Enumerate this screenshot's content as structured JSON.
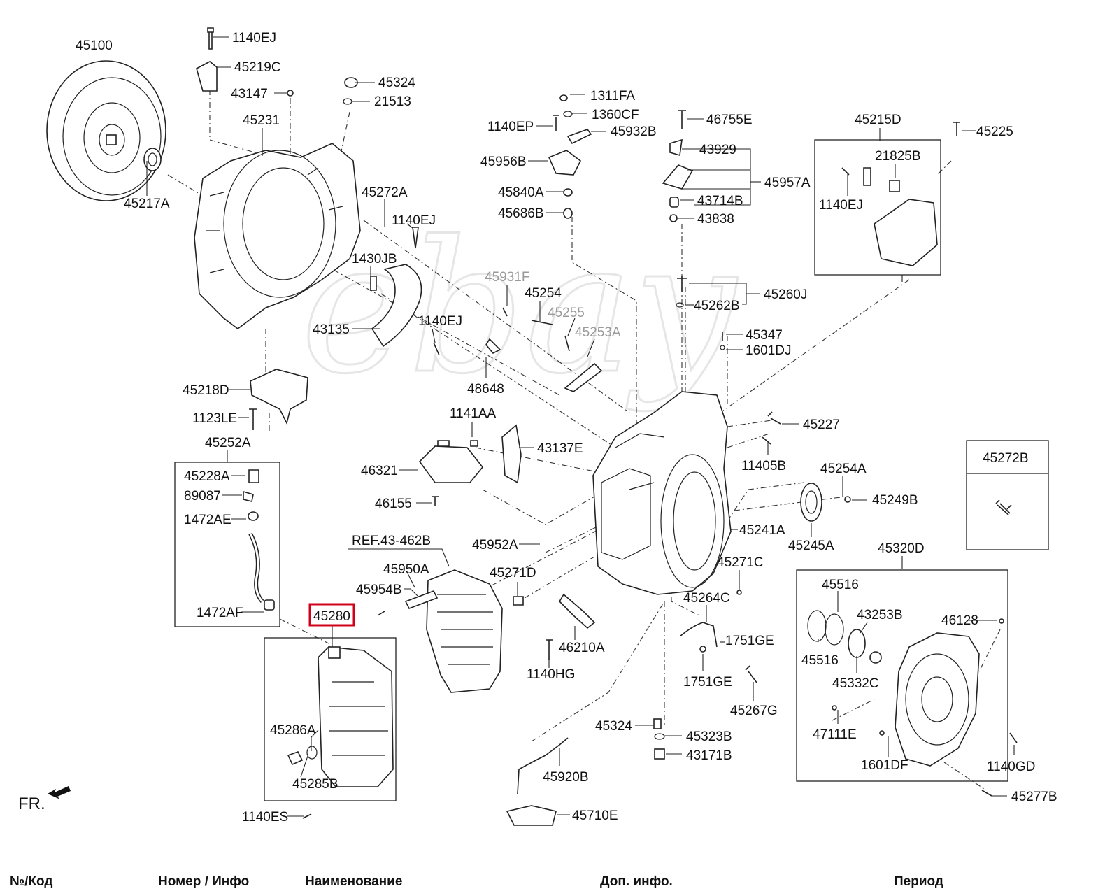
{
  "watermark": "ebay",
  "orientation_label": "FR.",
  "highlighted_part": "45280",
  "box_titles": {
    "detail_45272b": "45272B"
  },
  "labels": {
    "l45100": "45100",
    "l1140ej_a": "1140EJ",
    "l45219c": "45219C",
    "l43147": "43147",
    "l45324_a": "45324",
    "l21513": "21513",
    "l45231": "45231",
    "l45217a": "45217A",
    "l45272a": "45272A",
    "l1140ej_b": "1140EJ",
    "l1430jb": "1430JB",
    "l43135": "43135",
    "l1140ej_c": "1140EJ",
    "l45218d": "45218D",
    "l1123le": "1123LE",
    "l45252a": "45252A",
    "l45228a": "45228A",
    "l89087": "89087",
    "l1472ae": "1472AE",
    "l1472af": "1472AF",
    "l45280": "45280",
    "l45286a": "45286A",
    "l45285b": "45285B",
    "l1140es": "1140ES",
    "l1311fa": "1311FA",
    "l1360cf": "1360CF",
    "l1140ep": "1140EP",
    "l45932b": "45932B",
    "l45956b": "45956B",
    "l45840a": "45840A",
    "l45686b": "45686B",
    "l45931f": "45931F",
    "l45254": "45254",
    "l45255": "45255",
    "l45253a": "45253A",
    "l48648": "48648",
    "l1141aa": "1141AA",
    "l43137e": "43137E",
    "l46321": "46321",
    "l46155": "46155",
    "l45952a": "45952A",
    "lref": "REF.43-462B",
    "l45950a": "45950A",
    "l45954b": "45954B",
    "l45271d": "45271D",
    "l46210a": "46210A",
    "l1140hg": "1140HG",
    "l46755e": "46755E",
    "l43929": "43929",
    "l45957a": "45957A",
    "l43714b": "43714B",
    "l43838": "43838",
    "l45260j": "45260J",
    "l45262b": "45262B",
    "l45347": "45347",
    "l1601dj": "1601DJ",
    "l45227": "45227",
    "l11405b": "11405B",
    "l45254a": "45254A",
    "l45249b": "45249B",
    "l45241a": "45241A",
    "l45245a": "45245A",
    "l45271c": "45271C",
    "l45264c": "45264C",
    "l1751ge_a": "1751GE",
    "l1751ge_b": "1751GE",
    "l45267g": "45267G",
    "l45324_b": "45324",
    "l45323b": "45323B",
    "l43171b": "43171B",
    "l45920b": "45920B",
    "l45710e": "45710E",
    "l45215d": "45215D",
    "l45225": "45225",
    "l21825b": "21825B",
    "l1140ej_d": "1140EJ",
    "l45320d": "45320D",
    "l45516_a": "45516",
    "l45516_b": "45516",
    "l43253b": "43253B",
    "l46128": "46128",
    "l45332c": "45332C",
    "l47111e": "47111E",
    "l1601df": "1601DF",
    "l1140gd": "1140GD",
    "l45277b": "45277B"
  },
  "table_header": {
    "code": "№/Код",
    "number": "Номер / Инфо",
    "name": "Наименование",
    "extra": "Доп. инфо.",
    "period": "Период"
  }
}
